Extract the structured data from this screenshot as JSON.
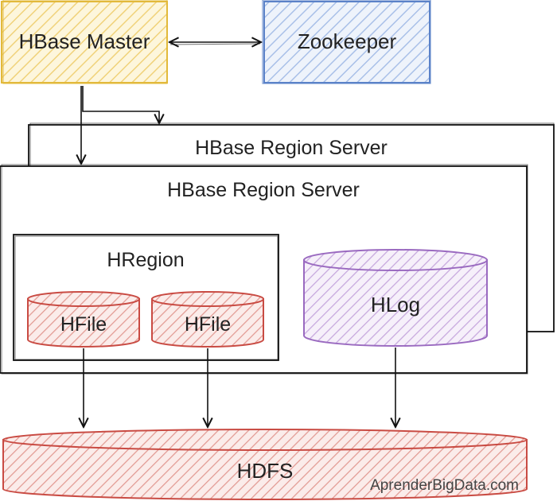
{
  "nodes": {
    "master": {
      "label": "HBase Master",
      "color": "#e2b93b",
      "fill": "#fcefbd"
    },
    "zookeeper": {
      "label": "Zookeeper",
      "color": "#5b82c8",
      "fill": "#cfdcf3"
    },
    "region_server_back": {
      "label": "HBase Region Server"
    },
    "region_server_front": {
      "label": "HBase Region Server"
    },
    "hregion": {
      "label": "HRegion"
    },
    "hfile_1": {
      "label": "HFile",
      "color": "#c94b43",
      "fill": "#f3c9c4"
    },
    "hfile_2": {
      "label": "HFile",
      "color": "#c94b43",
      "fill": "#f3c9c4"
    },
    "hlog": {
      "label": "HLog",
      "color": "#9a6ac0",
      "fill": "#e3d0ef"
    },
    "hdfs": {
      "label": "HDFS",
      "color": "#c94b43",
      "fill": "#f3c9c4"
    }
  },
  "watermark": "AprenderBigData.com",
  "colors": {
    "line": "#111111"
  }
}
